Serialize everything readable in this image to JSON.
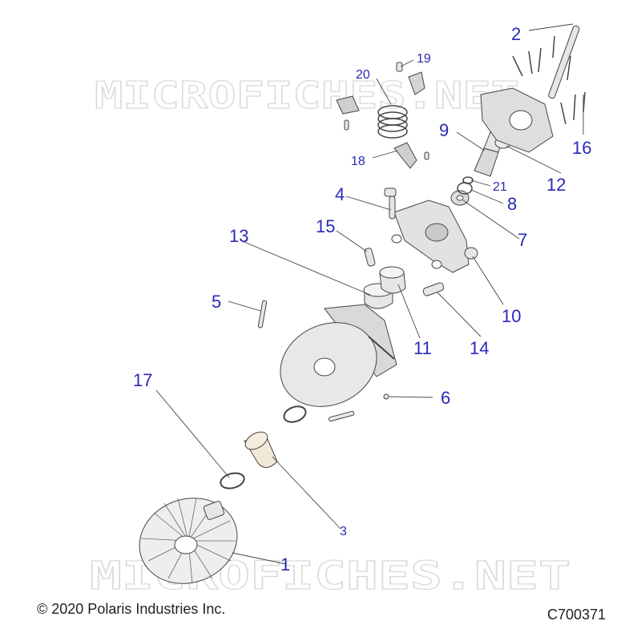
{
  "watermark": "MICROFICHES.NET",
  "footer": {
    "copyright": "© 2020 Polaris Industries Inc.",
    "figure_id": "C700371"
  },
  "colors": {
    "callout": "#2a2ab8",
    "part_fill": "#e6e6e6",
    "part_stroke": "#444444",
    "watermark": "#d9d9d9"
  },
  "callouts": [
    {
      "id": "c1",
      "label": "1"
    },
    {
      "id": "c2",
      "label": "2"
    },
    {
      "id": "c3",
      "label": "3"
    },
    {
      "id": "c4",
      "label": "4"
    },
    {
      "id": "c5",
      "label": "5"
    },
    {
      "id": "c6",
      "label": "6"
    },
    {
      "id": "c7",
      "label": "7"
    },
    {
      "id": "c8",
      "label": "8"
    },
    {
      "id": "c9",
      "label": "9"
    },
    {
      "id": "c10",
      "label": "10"
    },
    {
      "id": "c11",
      "label": "11"
    },
    {
      "id": "c12",
      "label": "12"
    },
    {
      "id": "c13",
      "label": "13"
    },
    {
      "id": "c14",
      "label": "14"
    },
    {
      "id": "c15",
      "label": "15"
    },
    {
      "id": "c16",
      "label": "16"
    },
    {
      "id": "c17",
      "label": "17"
    },
    {
      "id": "c18",
      "label": "18"
    },
    {
      "id": "c19",
      "label": "19"
    },
    {
      "id": "c20",
      "label": "20"
    },
    {
      "id": "c21",
      "label": "21"
    }
  ]
}
